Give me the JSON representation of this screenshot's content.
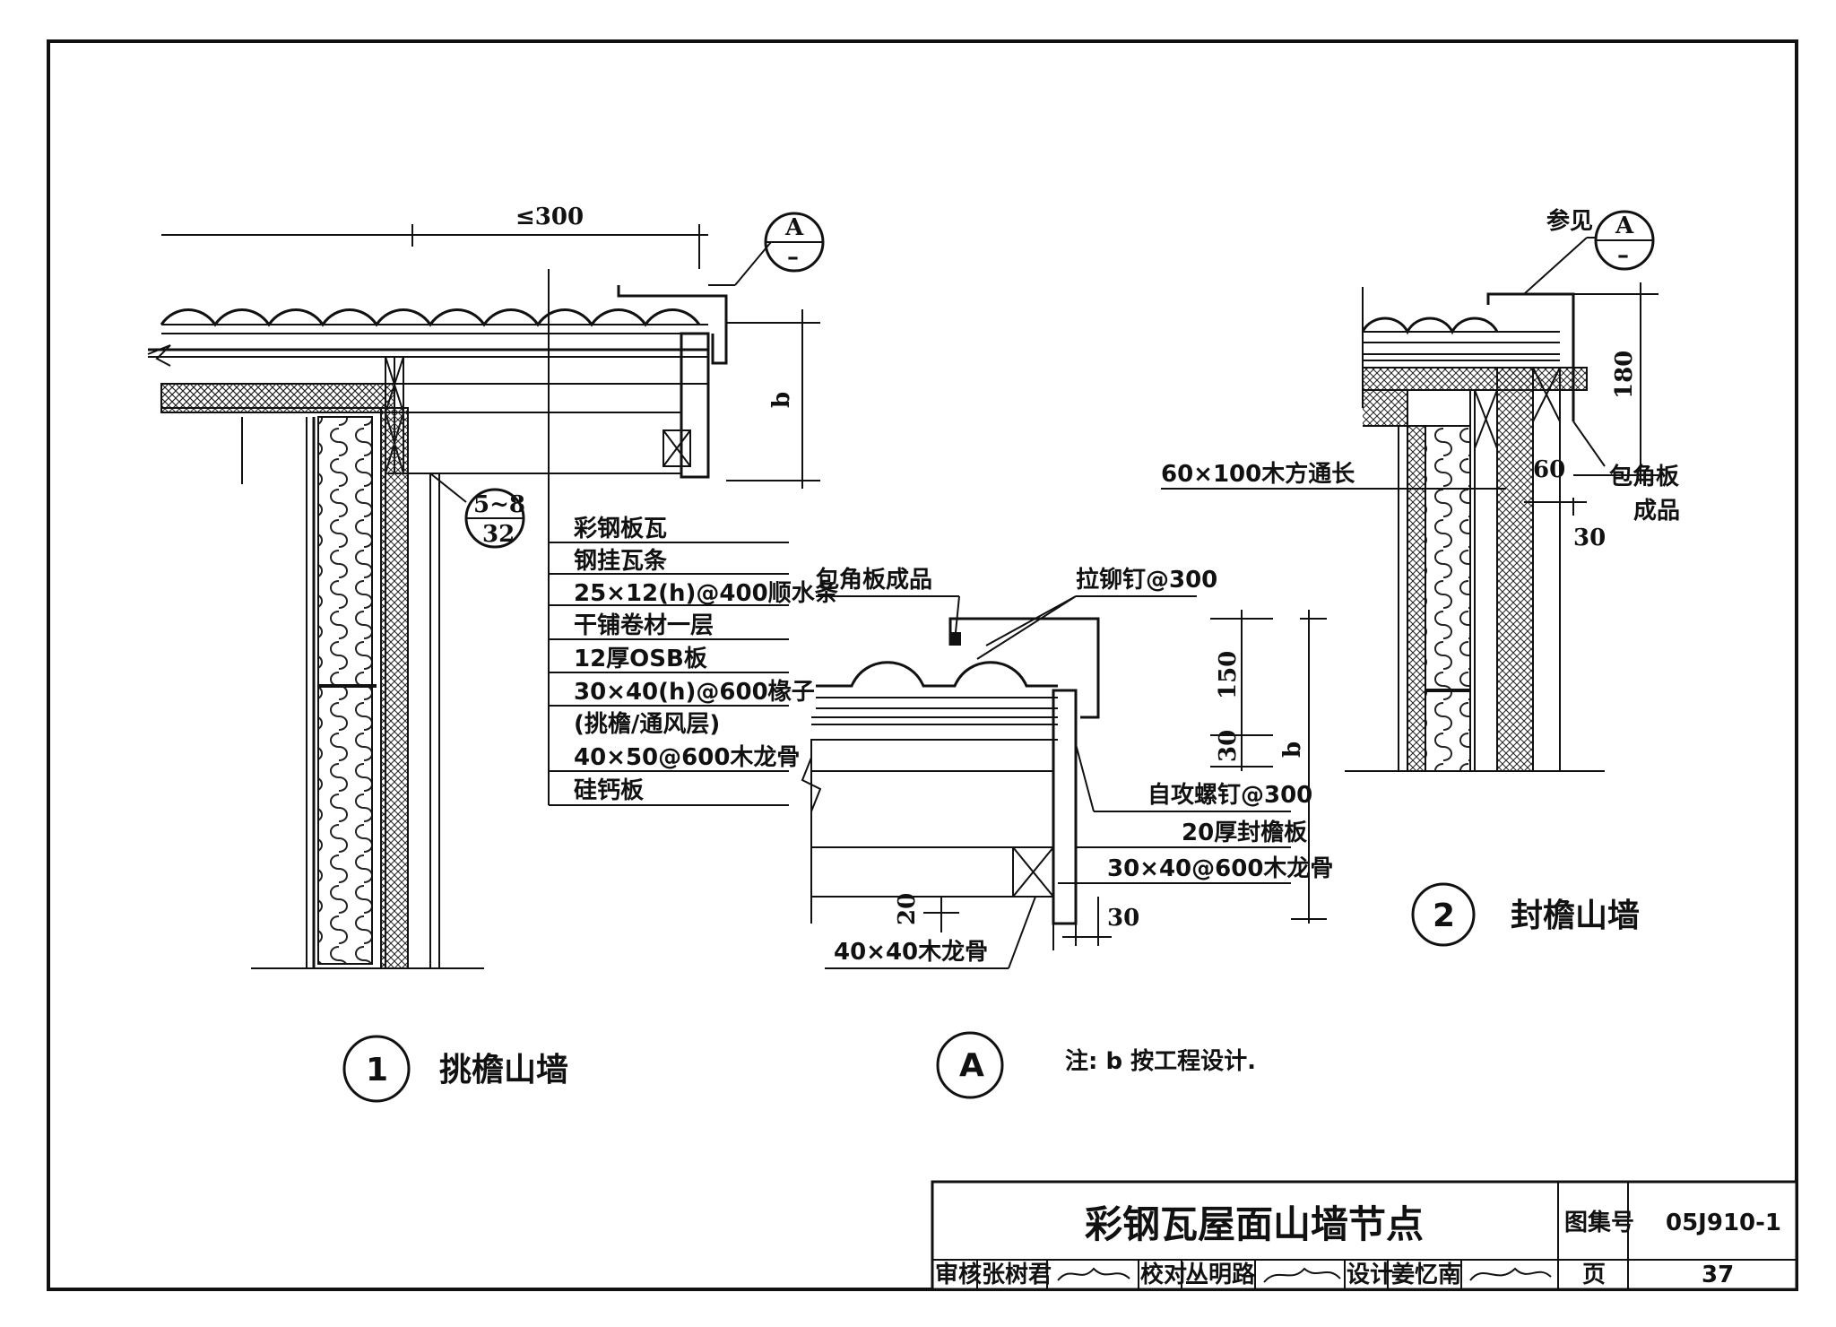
{
  "sheet": {
    "title": "彩钢瓦屋面山墙节点",
    "atlas_label": "图集号",
    "atlas_no": "05J910-1",
    "page_label": "页",
    "page_no": "37",
    "review_label": "审核",
    "reviewer": "张树君",
    "check_label": "校对",
    "checker": "丛明路",
    "design_label": "设计",
    "designer": "姜忆南"
  },
  "detail1": {
    "number": "1",
    "name": "挑檐山墙",
    "dim_overhang": "≤300",
    "dim_b": "b",
    "ref_A_top": "A",
    "ref_A_bottom": "–",
    "ref_58_top": "5~8",
    "ref_58_bottom": "32",
    "layers": [
      "彩钢板瓦",
      "钢挂瓦条",
      "25×12(h)@400顺水条",
      "干铺卷材一层",
      "12厚OSB板",
      "30×40(h)@600椽子",
      "(挑檐/通风层)",
      "40×50@600木龙骨",
      "硅钙板"
    ]
  },
  "detailA": {
    "number": "A",
    "flash_label": "包角板成品",
    "rivet_label": "拉铆钉@300",
    "screw_label": "自攻螺钉@300",
    "fascia_label": "20厚封檐板",
    "keel_label": "30×40@600木龙骨",
    "keel40_label": "40×40木龙骨",
    "dim_150": "150",
    "dim_30v": "30",
    "dim_b": "b",
    "dim_20": "20",
    "dim_30h": "30",
    "note": "注: b 按工程设计."
  },
  "detail2": {
    "number": "2",
    "name": "封檐山墙",
    "see_label": "参见",
    "ref_A_top": "A",
    "ref_A_bottom": "–",
    "dim_180": "180",
    "dim_60": "60",
    "dim_30": "30",
    "timber_label": "60×100木方通长",
    "flash_label_1": "包角板",
    "flash_label_2": "成品"
  }
}
